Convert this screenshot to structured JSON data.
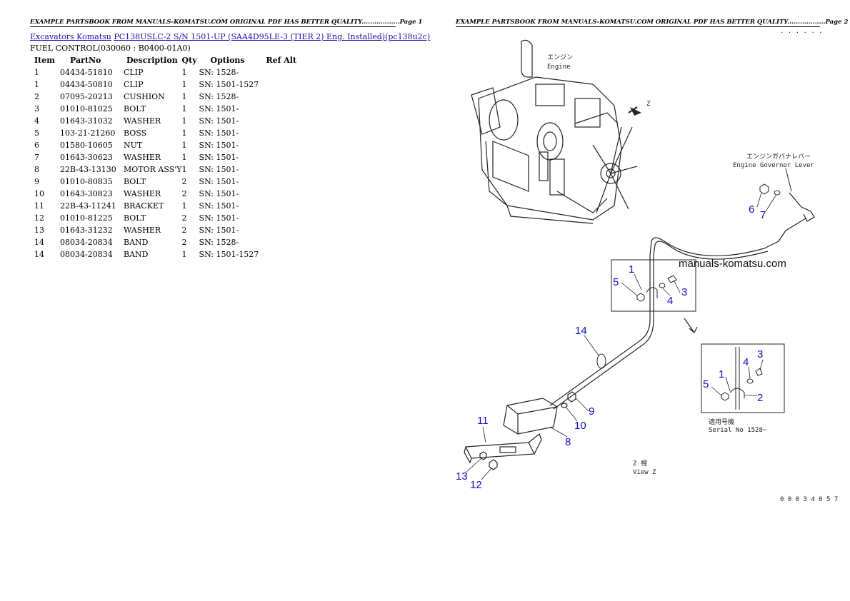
{
  "header": {
    "page1": "EXAMPLE PARTSBOOK FROM MANUALS-KOMATSU.COM ORIGINAL PDF HAS BETTER QUALITY..................Page 1",
    "page2": "EXAMPLE PARTSBOOK FROM MANUALS-KOMATSU.COM ORIGINAL PDF HAS BETTER QUALITY..................Page 2"
  },
  "breadcrumb": {
    "link1": "Excavators Komatsu",
    "link2": "PC138USLC-2 S/N 1501-UP (SAA4D95LE-3 (TIER 2) Eng. Installed)(pc138u2c)"
  },
  "subtitle": "FUEL CONTROL(030060 : B0400-01A0)",
  "table": {
    "columns": [
      "Item",
      "PartNo",
      "Description",
      "Qty",
      "Options",
      "Ref Alt"
    ],
    "rows": [
      [
        "1",
        "04434-51810",
        "CLIP",
        "1",
        "SN: 1528-",
        ""
      ],
      [
        "1",
        "04434-50810",
        "CLIP",
        "1",
        "SN: 1501-1527",
        ""
      ],
      [
        "2",
        "07095-20213",
        "CUSHION",
        "1",
        "SN: 1528-",
        ""
      ],
      [
        "3",
        "01010-81025",
        "BOLT",
        "1",
        "SN: 1501-",
        ""
      ],
      [
        "4",
        "01643-31032",
        "WASHER",
        "1",
        "SN: 1501-",
        ""
      ],
      [
        "5",
        "103-21-21260",
        "BOSS",
        "1",
        "SN: 1501-",
        ""
      ],
      [
        "6",
        "01580-10605",
        "NUT",
        "1",
        "SN: 1501-",
        ""
      ],
      [
        "7",
        "01643-30623",
        "WASHER",
        "1",
        "SN: 1501-",
        ""
      ],
      [
        "8",
        "22B-43-13130",
        "MOTOR ASS'Y",
        "1",
        "SN: 1501-",
        ""
      ],
      [
        "9",
        "01010-80835",
        "BOLT",
        "2",
        "SN: 1501-",
        ""
      ],
      [
        "10",
        "01643-30823",
        "WASHER",
        "2",
        "SN: 1501-",
        ""
      ],
      [
        "11",
        "22B-43-11241",
        "BRACKET",
        "1",
        "SN: 1501-",
        ""
      ],
      [
        "12",
        "01010-81225",
        "BOLT",
        "2",
        "SN: 1501-",
        ""
      ],
      [
        "13",
        "01643-31232",
        "WASHER",
        "2",
        "SN: 1501-",
        ""
      ],
      [
        "14",
        "08034-20834",
        "BAND",
        "2",
        "SN: 1528-",
        ""
      ],
      [
        "14",
        "08034-20834",
        "BAND",
        "1",
        "SN: 1501-1527",
        ""
      ]
    ]
  },
  "diagram": {
    "engine_jp": "エンジン",
    "engine_en": "Engine",
    "z_marker": "Z",
    "lever_jp": "エンジンガバナレバー",
    "lever_en": "Engine Governor Lever",
    "watermark": "manuals-komatsu.com",
    "serial_jp": "適用号機",
    "serial_en": "Serial No 1528~",
    "view_jp": "Z  視",
    "view_en": "View Z",
    "fig_code": "0 0 0 3 4 0 5 7",
    "top_code": ". . . . . .",
    "callouts": {
      "c1a": "1",
      "c3a": "3",
      "c4a": "4",
      "c5a": "5",
      "c6": "6",
      "c7": "7",
      "c14": "14",
      "c1b": "1",
      "c2b": "2",
      "c3b": "3",
      "c4b": "4",
      "c5b": "5",
      "c8": "8",
      "c9": "9",
      "c10": "10",
      "c11": "11",
      "c12": "12",
      "c13": "13"
    }
  }
}
